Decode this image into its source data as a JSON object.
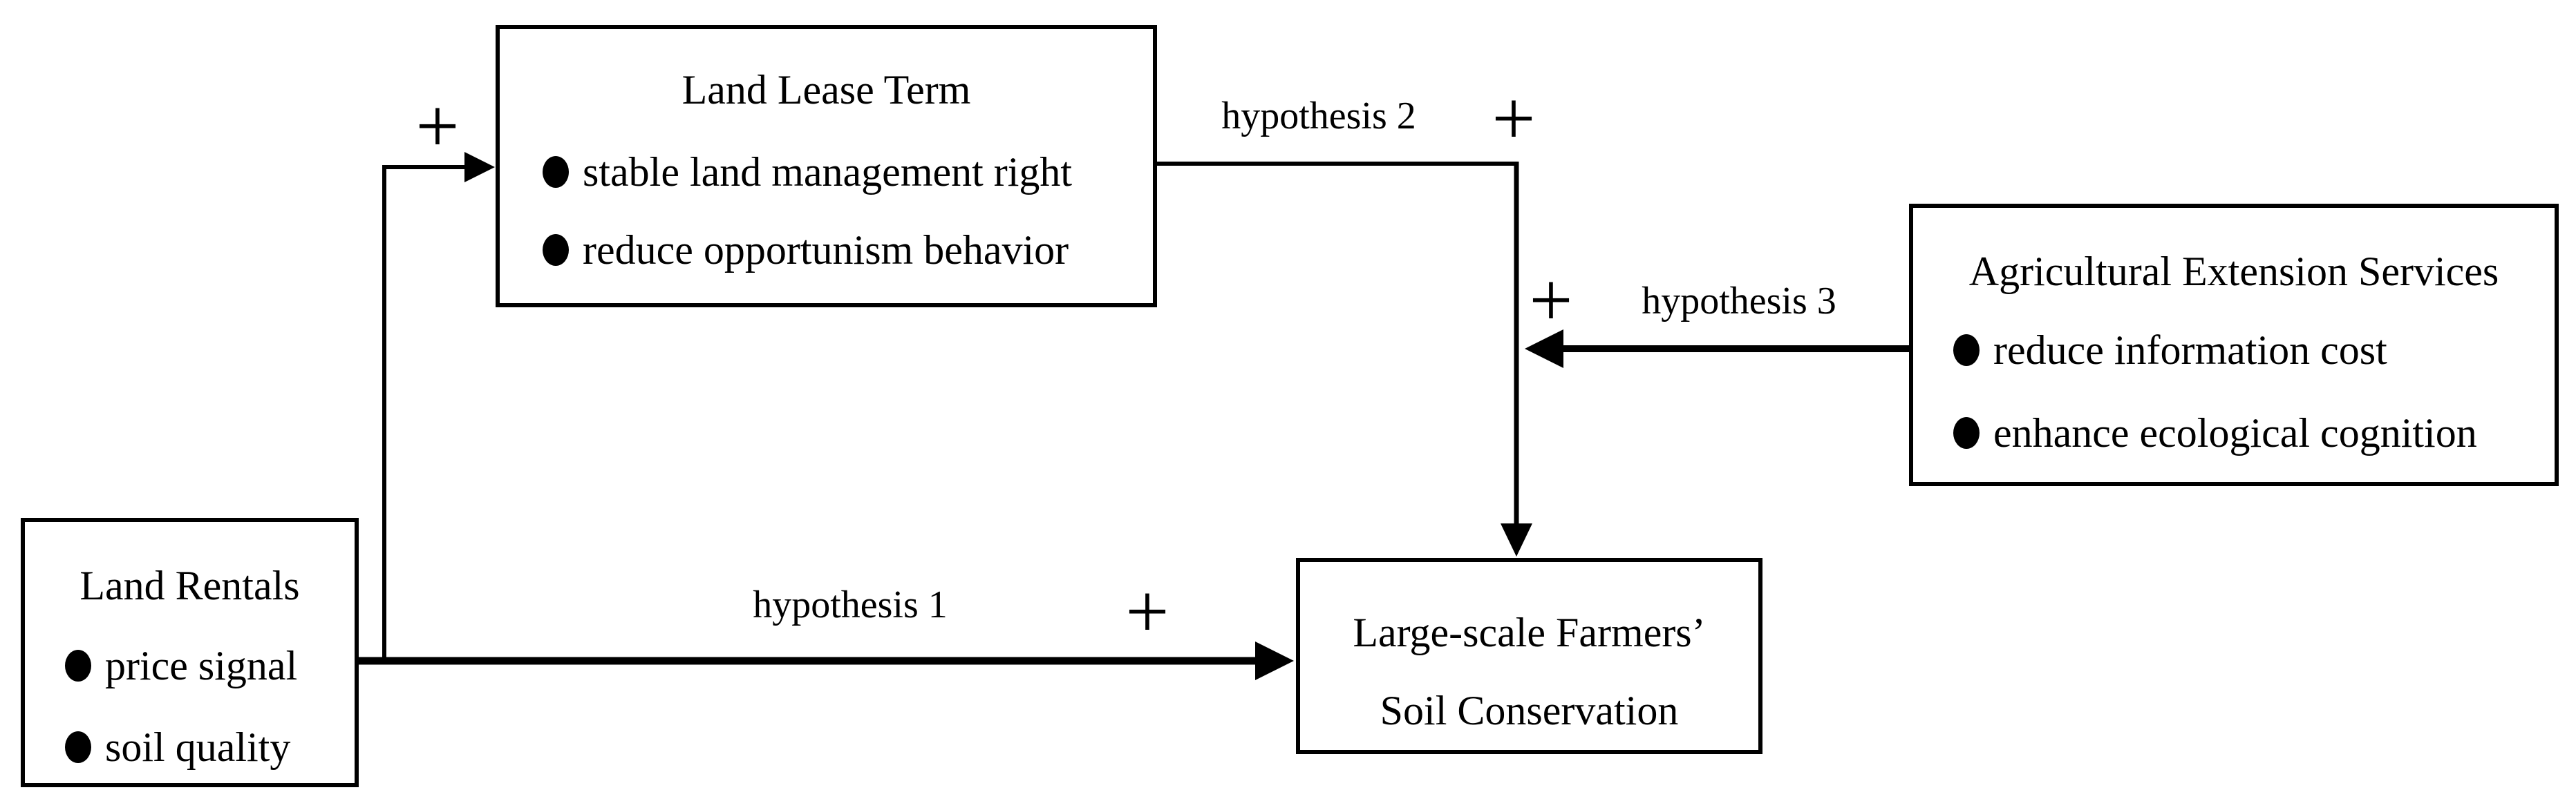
{
  "boxes": {
    "land_lease_term": {
      "title": "Land Lease Term",
      "bullets": [
        "stable land management right",
        "reduce opportunism behavior"
      ]
    },
    "land_rentals": {
      "title": "Land Rentals",
      "bullets": [
        "price signal",
        "soil quality"
      ]
    },
    "large_scale_farmers": {
      "line1": "Large-scale Farmers’",
      "line2": "Soil Conservation"
    },
    "agricultural_extension_services": {
      "title": "Agricultural Extension Services",
      "bullets": [
        "reduce information cost",
        "enhance ecological cognition"
      ]
    }
  },
  "labels": {
    "hypothesis1": "hypothesis 1",
    "hypothesis2": "hypothesis 2",
    "hypothesis3": "hypothesis 3",
    "plus": "+"
  },
  "colors": {
    "line": "#000000",
    "text": "#000000",
    "background": "#ffffff"
  }
}
